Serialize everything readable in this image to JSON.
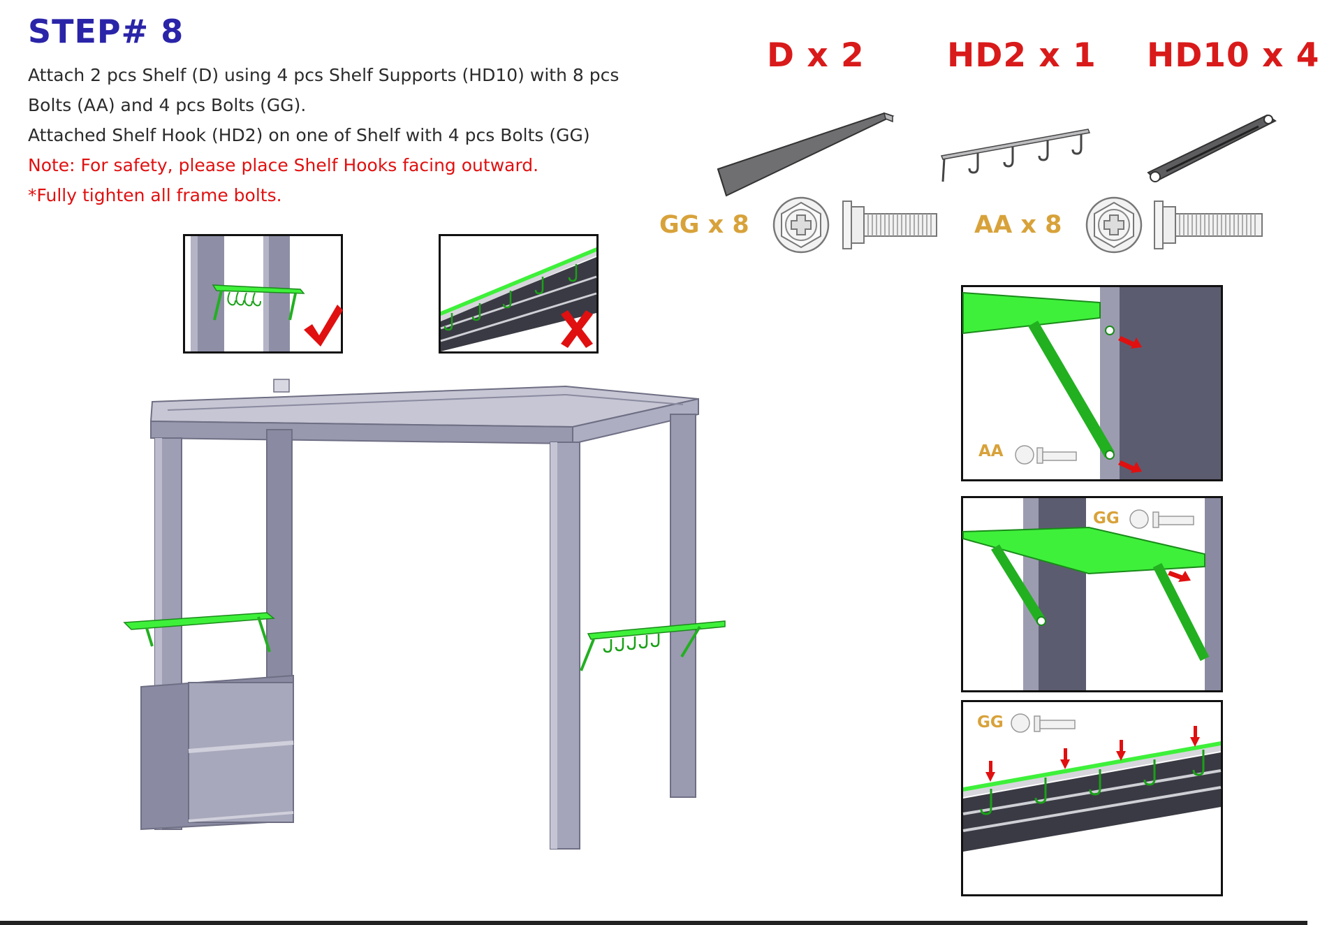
{
  "step": {
    "title": "STEP# 8"
  },
  "instructions": [
    {
      "text": "Attach 2 pcs Shelf (D) using 4 pcs Shelf Supports (HD10) with 8 pcs",
      "tone": "normal"
    },
    {
      "text": "Bolts (AA) and 4 pcs Bolts (GG).",
      "tone": "normal"
    },
    {
      "text": "Attached Shelf Hook (HD2) on one of Shelf with 4 pcs Bolts (GG)",
      "tone": "normal"
    },
    {
      "text": "Note: For safety, please place Shelf Hooks facing outward.",
      "tone": "warning"
    },
    {
      "text": "*Fully tighten all frame bolts.",
      "tone": "warning"
    }
  ],
  "parts": [
    {
      "label": "D x 2",
      "part": "shelf"
    },
    {
      "label": "HD2 x 1",
      "part": "shelf-hook"
    },
    {
      "label": "HD10 x 4",
      "part": "shelf-support"
    }
  ],
  "bolts": [
    {
      "label": "GG x 8",
      "icon": "bolt-gg-icon"
    },
    {
      "label": "AA x 8",
      "icon": "bolt-aa-icon"
    }
  ],
  "details": {
    "support_detail_label": "AA",
    "shelf_detail_label": "GG",
    "hook_detail_label": "GG"
  },
  "indicators": {
    "correct": "check-mark-icon",
    "incorrect": "cross-mark-icon"
  },
  "colors": {
    "title": "#2a24a8",
    "text": "#2b2b2b",
    "warning": "#e01010",
    "part_count": "#d91a1a",
    "bolt_label": "#d8a23a",
    "shelf_green": "#3ef03a",
    "frame_gray": "#a0a0b4"
  }
}
